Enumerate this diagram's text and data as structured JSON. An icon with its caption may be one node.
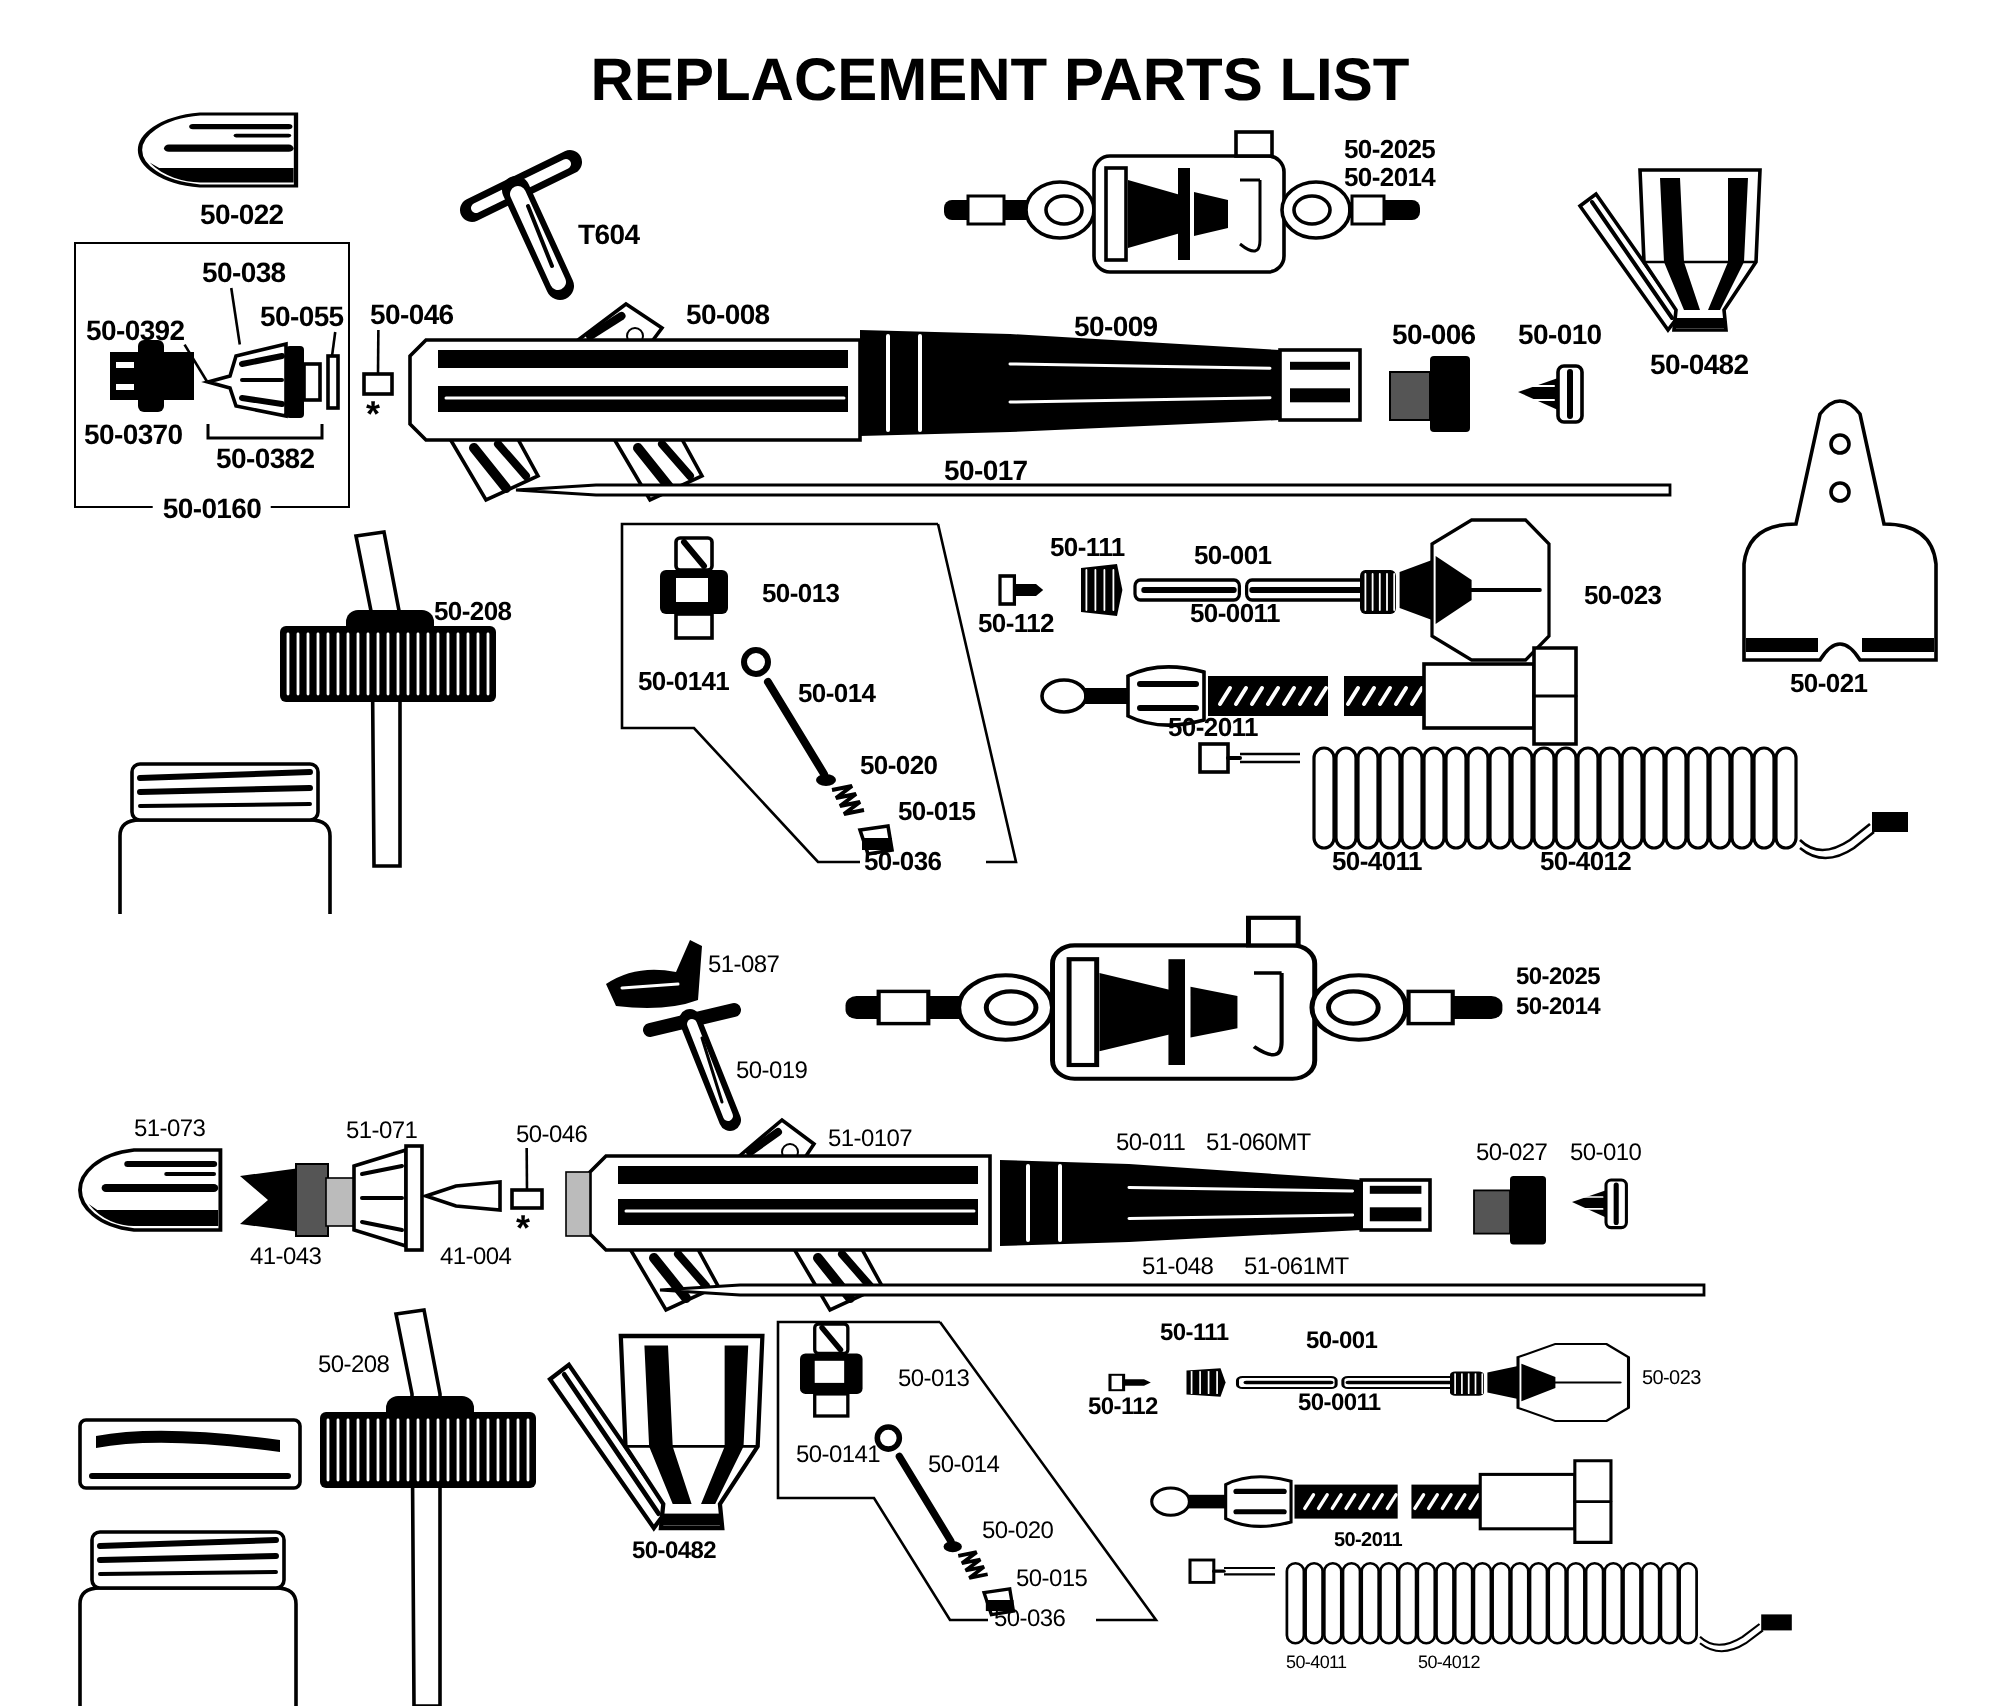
{
  "diagram": {
    "title": "REPLACEMENT PARTS LIST",
    "nodes": [
      {
        "text": [
          "50-0160"
        ]
      },
      {
        "text": [
          "50-038"
        ],
        "in": 0
      },
      {
        "text": [
          "50-0392"
        ],
        "in": 0
      },
      {
        "text": [
          "50-055"
        ],
        "in": 0
      },
      {
        "text": [
          "50-046"
        ]
      },
      {
        "text": [
          "50-036"
        ]
      },
      {
        "text": [
          "50-046"
        ]
      },
      {
        "text": [
          "50-036"
        ]
      },
      {
        "text": [],
        "shape": "picture",
        "in": 0
      },
      {
        "text": [],
        "shape": "box",
        "in": 0
      },
      {
        "text": [],
        "shape": "box"
      },
      {
        "text": [],
        "shape": "box"
      }
    ],
    "edges": [
      {
        "from": 1,
        "to": 8,
        "arrow": "none"
      },
      {
        "from": 2,
        "to": 8,
        "arrow": "none"
      },
      {
        "from": 3,
        "to": 9,
        "arrow": "none"
      },
      {
        "from": 4,
        "to": 10,
        "arrow": "none"
      },
      {
        "from": 6,
        "to": 11,
        "arrow": "none"
      }
    ],
    "labels": [
      "50-022",
      "T604",
      "50-2025",
      "50-2014",
      "50-008",
      "50-009",
      "50-006",
      "50-010",
      "50-0482",
      "50-0370",
      "*",
      "50-0382",
      "50-017",
      "50-208",
      "50-013",
      "50-111",
      "50-001",
      "50-0011",
      "50-112",
      "50-023",
      "50-0141",
      "50-014",
      "50-021",
      "50-2011",
      "50-020",
      "50-015",
      "50-4011",
      "50-4012",
      "51-087",
      "50-2025",
      "50-2014",
      "50-019",
      "51-073",
      "51-071",
      "51-0107",
      "50-011",
      "51-060MT",
      "50-027",
      "50-010",
      "*",
      "41-043",
      "41-004",
      "51-048",
      "51-061MT",
      "50-208",
      "50-013",
      "50-111",
      "50-001",
      "50-023",
      "50-112",
      "50-0011",
      "50-0141",
      "50-014",
      "50-2011",
      "50-0482",
      "50-020",
      "50-015",
      "50-4011",
      "50-4012"
    ]
  }
}
